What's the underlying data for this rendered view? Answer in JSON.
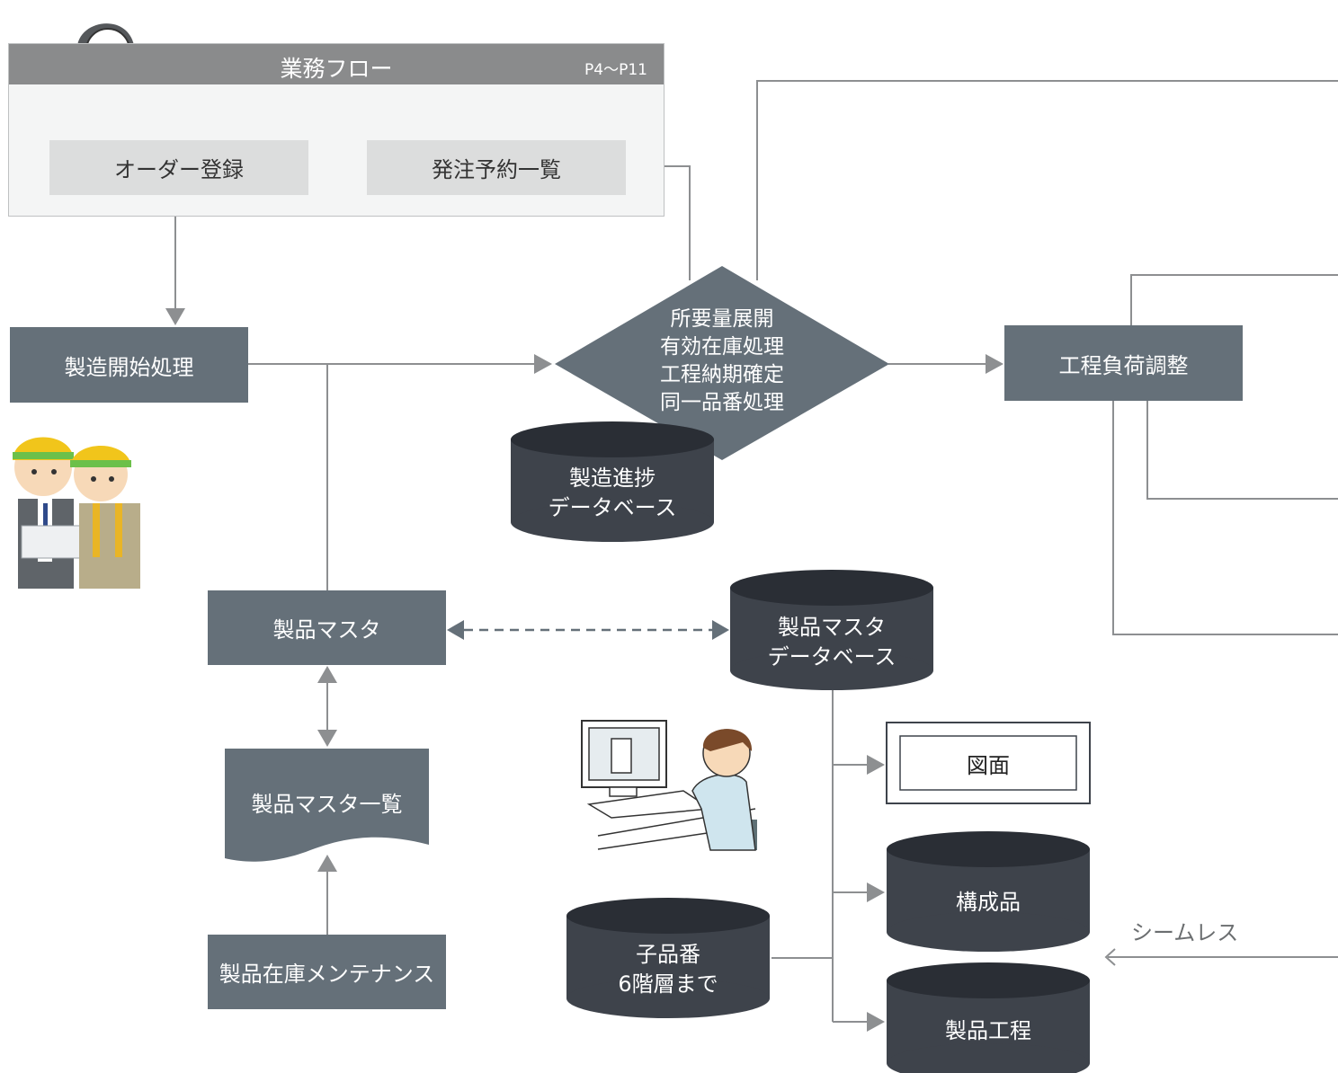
{
  "header": {
    "title": "業務フロー",
    "pages": "P4〜P11"
  },
  "nodes": {
    "order_registration": "オーダー登録",
    "order_reservation_list": "発注予約一覧",
    "manufacturing_start": "製造開始処理",
    "requirements_lines": [
      "所要量展開",
      "有効在庫処理",
      "工程納期確定",
      "同一品番処理"
    ],
    "process_load_adjust": "工程負荷調整",
    "progress_db_lines": [
      "製造進捗",
      "データベース"
    ],
    "product_master": "製品マスタ",
    "product_master_db_lines": [
      "製品マスタ",
      "データベース"
    ],
    "product_master_list": "製品マスタ一覧",
    "product_stock_maintenance": "製品在庫メンテナンス",
    "drawing": "図面",
    "components": "構成品",
    "child_parts_lines": [
      "子品番",
      "6階層まで"
    ],
    "product_process": "製品工程",
    "seamless": "シームレス"
  },
  "icons": {
    "operator": "phone-operator-illustration",
    "workers": "construction-workers-illustration",
    "computer_user": "computer-user-illustration"
  },
  "colors": {
    "box": "#657079",
    "db": "#3e434b",
    "db_top": "#2a2e35",
    "line": "#8d8f91",
    "header": "#8a8b8c"
  }
}
